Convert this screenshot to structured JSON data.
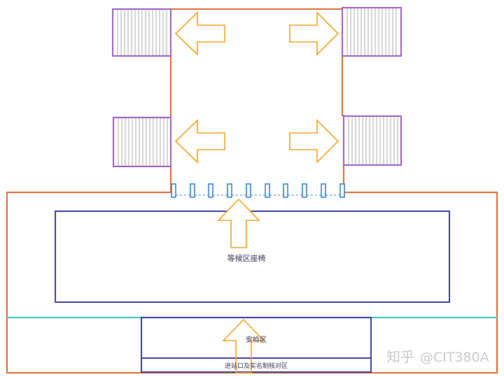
{
  "labels": {
    "waiting_area": "等候区座椅",
    "security_area": "安检区",
    "entrance": "进站口及实名制核对区"
  },
  "watermark": {
    "site": "知乎",
    "handle": "@CIT380A"
  },
  "colors": {
    "outer_wall": "#e0652b",
    "seating_box": "#3a3a9a",
    "stairs_border": "#9b59c6",
    "stair_lines": "#aaaaaa",
    "arrow": "#f0a020",
    "ticket_gates": "#2f7fd0",
    "divider": "#30c6d0"
  }
}
